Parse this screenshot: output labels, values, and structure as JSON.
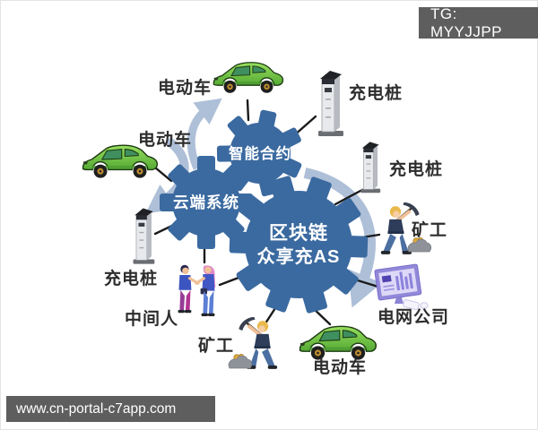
{
  "overlays": {
    "tg_badge": "TG: MYYJJPP",
    "website": "www.cn-portal-c7app.com"
  },
  "diagram": {
    "gears": {
      "blockchain_line1": "区块链",
      "blockchain_line2": "众享充AS",
      "smart_contract": "智能合约",
      "cloud_system": "云端系统"
    },
    "labels": {
      "ev_top": "电动车",
      "ev_left": "电动车",
      "ev_bottom": "电动车",
      "pile_top_right": "充电桩",
      "pile_right": "充电桩",
      "pile_left": "充电桩",
      "miner_right": "矿工",
      "miner_bottom": "矿工",
      "middleman": "中间人",
      "grid_company": "电网公司"
    },
    "colors": {
      "gear": "#3b6aa0",
      "arrow": "#aebfd8",
      "label": "#2d2d2d",
      "car_green": "#6fc83f",
      "badge_bg": "#5e5e5e"
    }
  }
}
